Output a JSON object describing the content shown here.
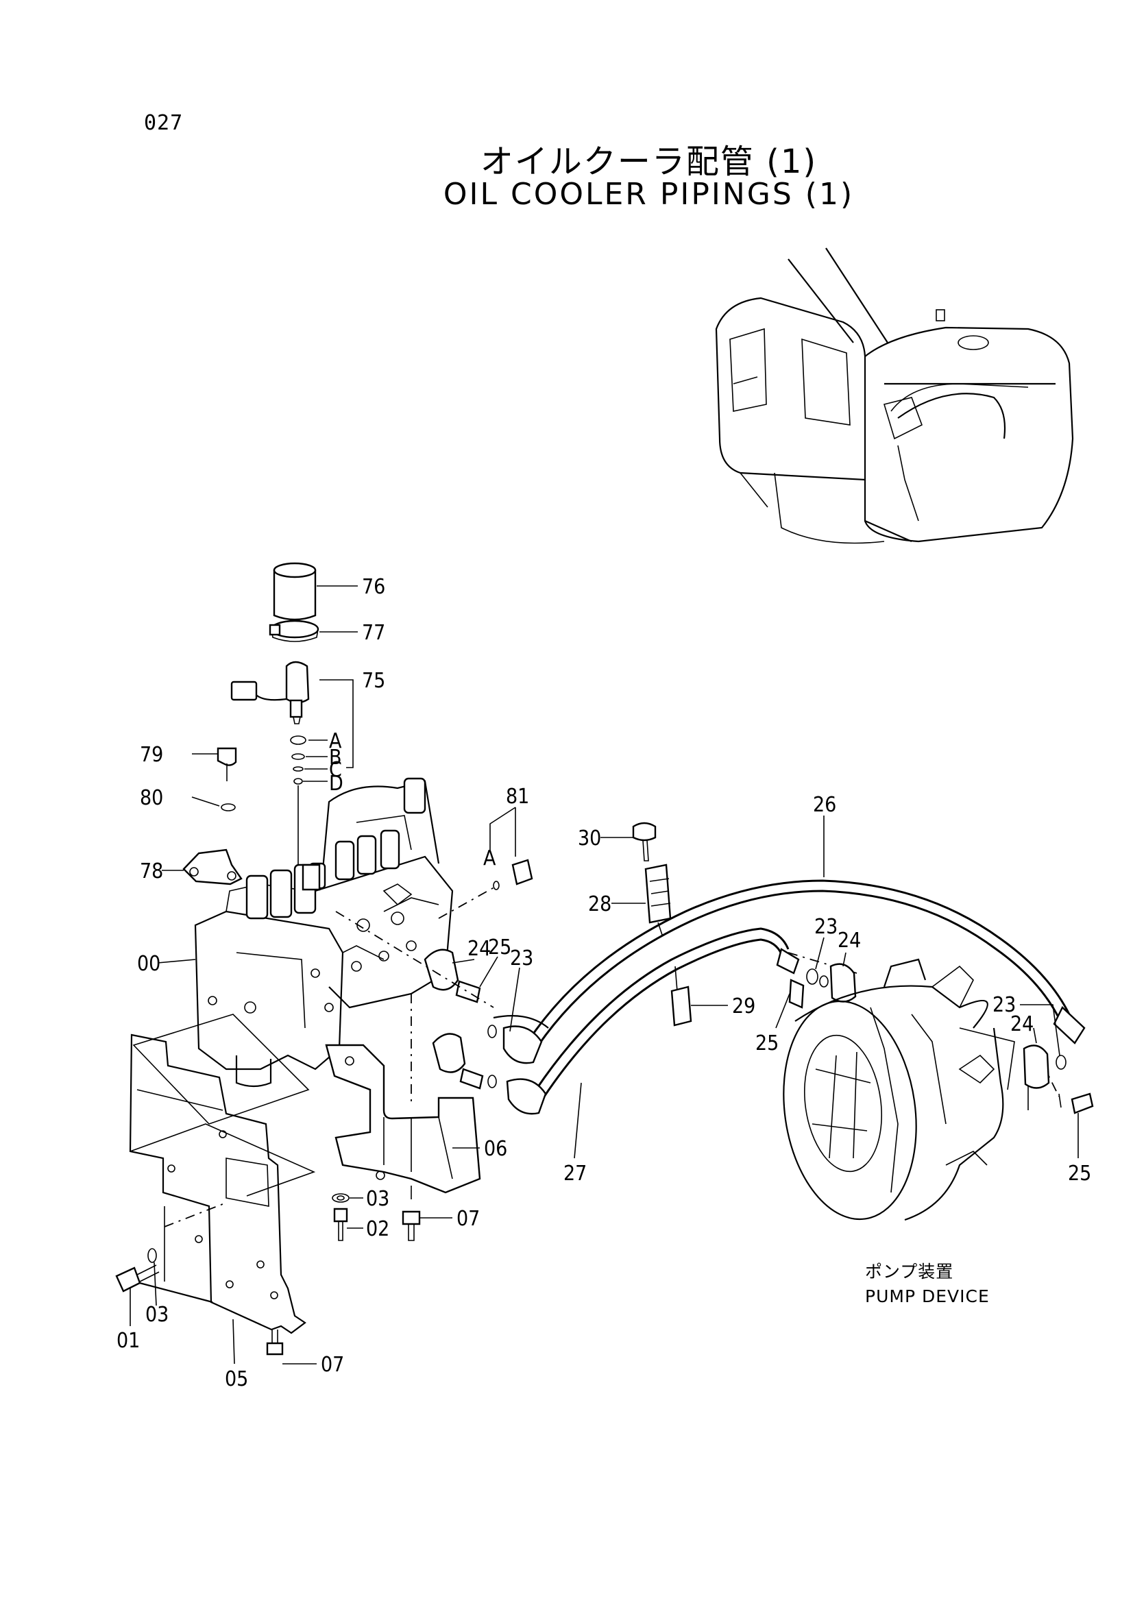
{
  "page_number": "027",
  "title_ja": "オイルクーラ配管 (1)",
  "title_en": "OIL COOLER PIPINGS (1)",
  "pump_caption_ja": "ポンプ装置",
  "pump_caption_en": "PUMP DEVICE",
  "callouts": {
    "c76": "76",
    "c77": "77",
    "c75": "75",
    "cA": "A",
    "cB": "B",
    "cC": "C",
    "cD": "D",
    "c79": "79",
    "c80": "80",
    "c78": "78",
    "c00": "00",
    "c81": "81",
    "c81A": "A",
    "c30": "30",
    "c28": "28",
    "c29": "29",
    "c26": "26",
    "c27": "27",
    "c24a": "24",
    "c25a": "25",
    "c23a": "23",
    "c23b": "23",
    "c24b": "24",
    "c25b": "25",
    "c23c": "23",
    "c24c": "24",
    "c25c": "25",
    "c06": "06",
    "c03a": "03",
    "c02": "02",
    "c07a": "07",
    "c01": "01",
    "c03b": "03",
    "c05": "05",
    "c07b": "07"
  }
}
